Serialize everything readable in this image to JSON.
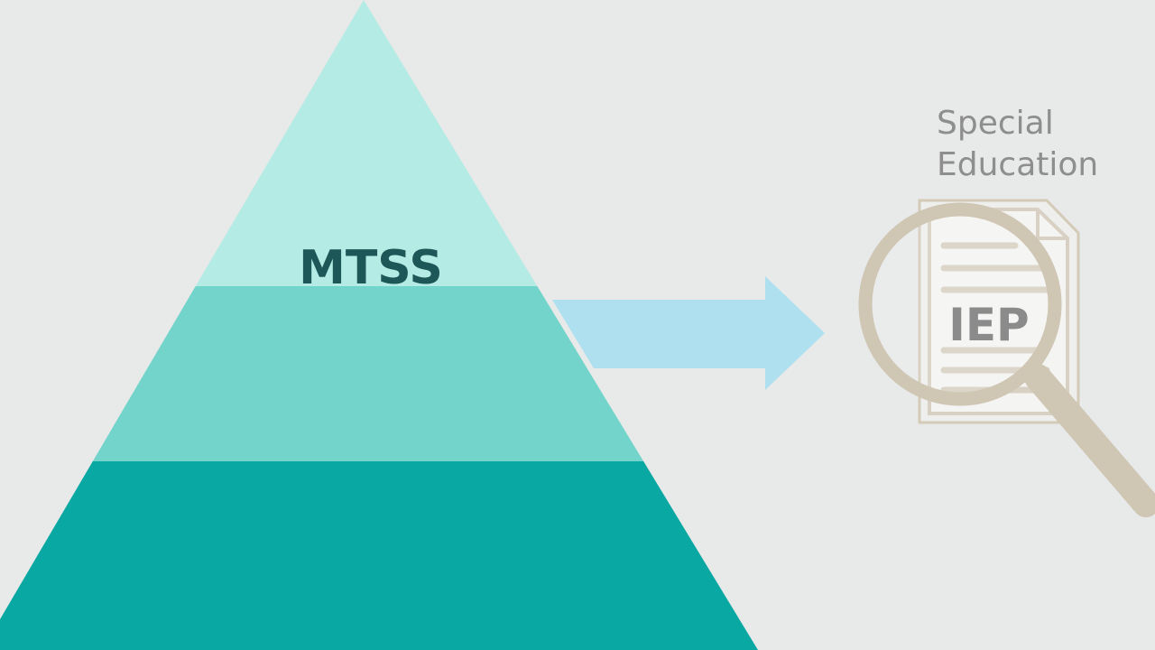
{
  "diagram": {
    "pyramid_label": "MTSS",
    "side_title_line1": "Special",
    "side_title_line2": "Education",
    "document_label": "IEP",
    "tiers": [
      {
        "name": "top-tier",
        "color": "#b4ebe4"
      },
      {
        "name": "middle-tier",
        "color": "#72d4ca"
      },
      {
        "name": "bottom-tier",
        "color": "#09a8a3"
      }
    ]
  },
  "colors": {
    "background": "#e8e9e9",
    "arrow": "#aee0f0",
    "pyramid_label": "#1e5757",
    "side_title": "#8e8e8e",
    "magnifier": "#cfc6b4",
    "document_paper": "#ececea",
    "document_lines": "#d8d0c2",
    "document_label": "#8b8b8b"
  }
}
